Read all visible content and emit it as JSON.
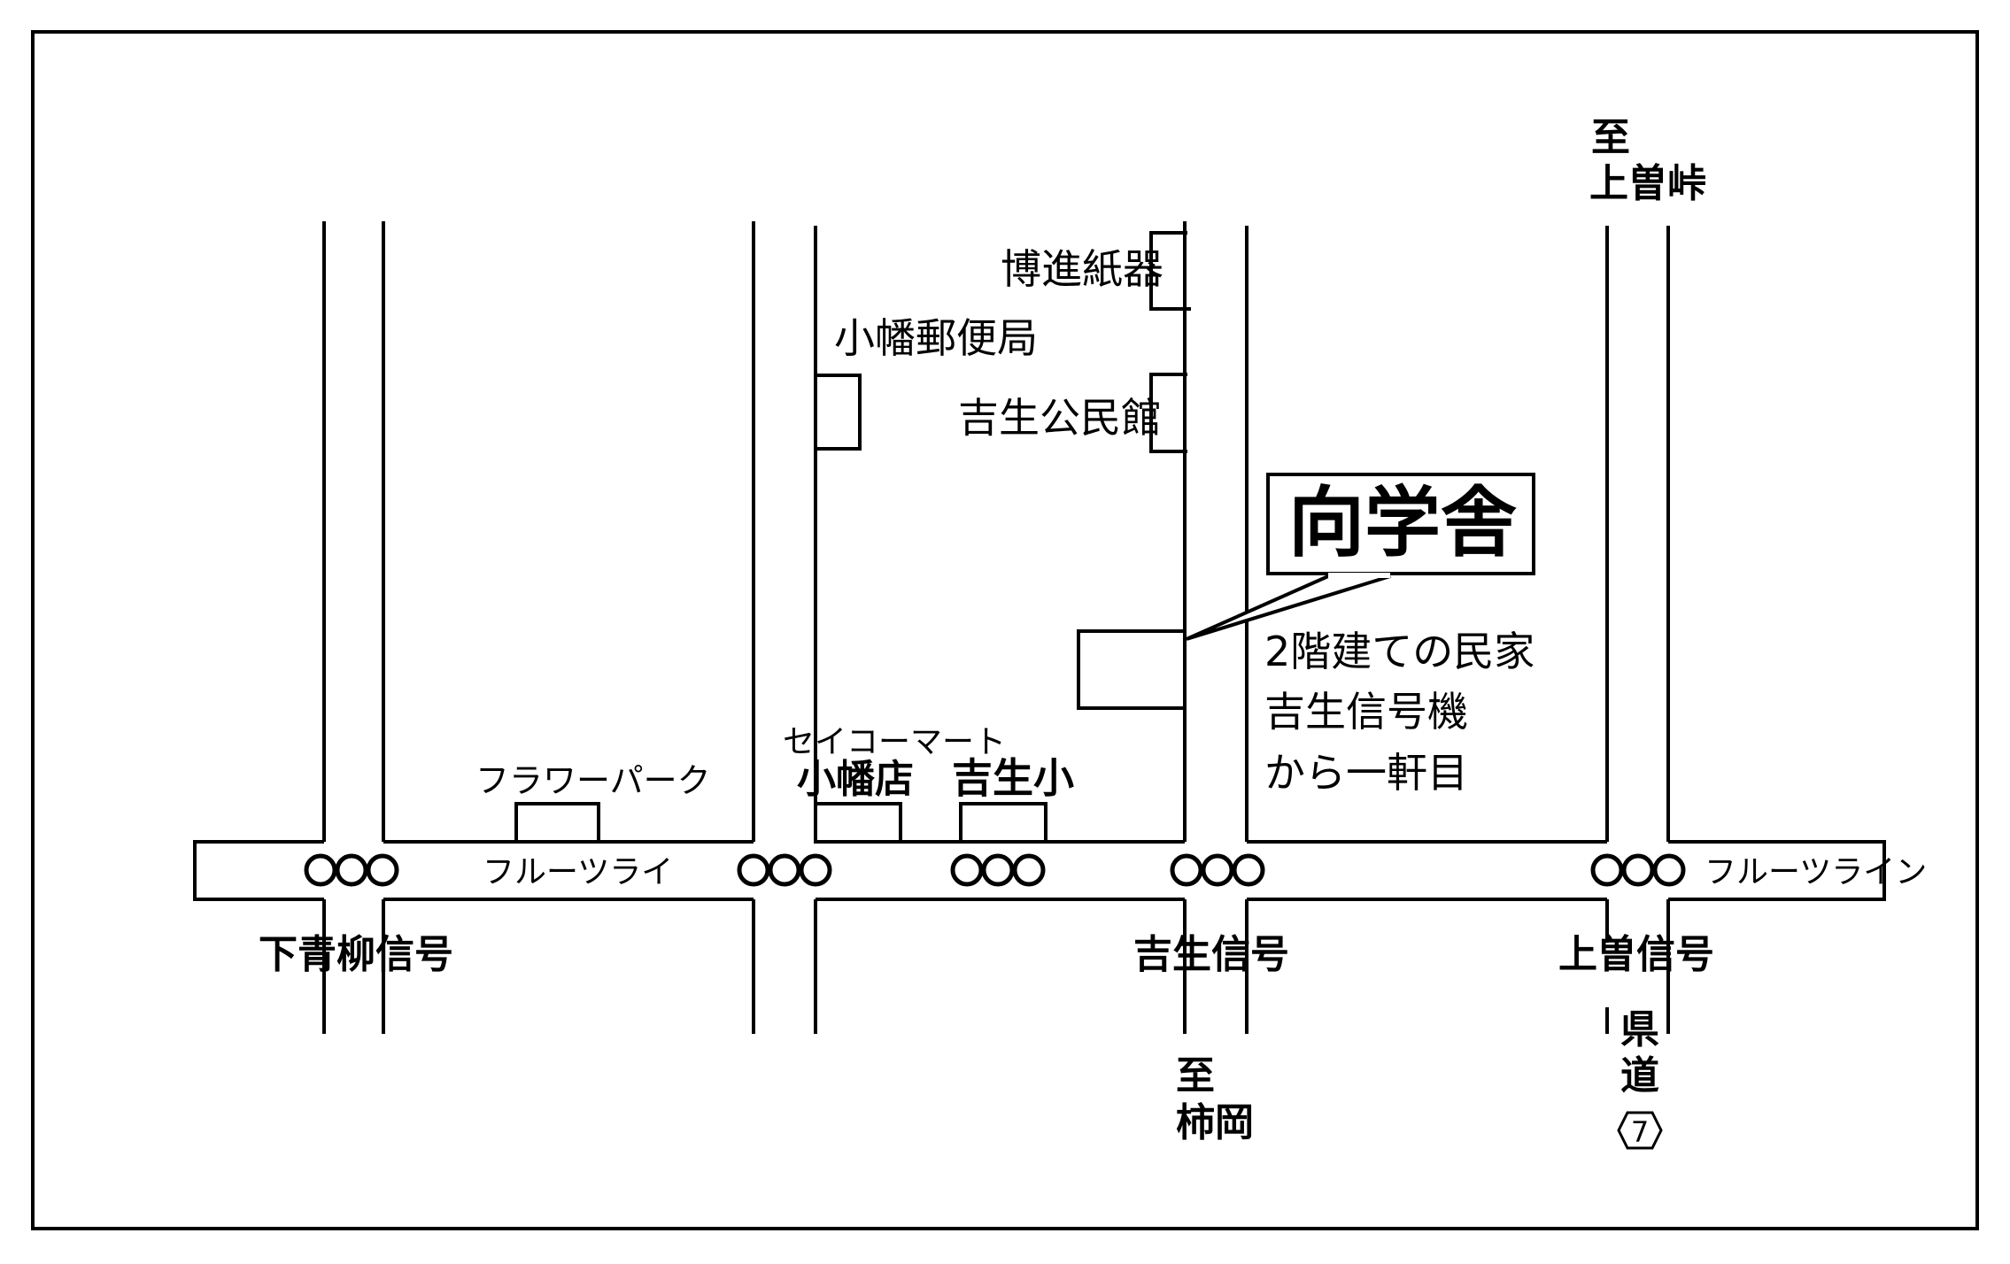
{
  "map": {
    "title": "向学舎",
    "description": [
      "2階建ての民家",
      "吉生信号機",
      "から一軒目"
    ],
    "landmarks": {
      "hakushin": "博進紙器",
      "post_office": "小幡郵便局",
      "community_hall": "吉生公民館",
      "flower_park": "フラワーパーク",
      "seicomart_line1": "セイコーマート",
      "seicomart_line2": "小幡店",
      "school": "吉生小"
    },
    "roads": {
      "main_left": "フルーツライ",
      "main_right": "フルーツライン",
      "route_label_1": "県",
      "route_label_2": "道",
      "route_number": "7"
    },
    "signals": {
      "shimoaoyagi": "下青柳信号",
      "yoshiu": "吉生信号",
      "kamiso": "上曽信号"
    },
    "destinations": {
      "north_to": "至",
      "north_place": "上曽峠",
      "south_to": "至",
      "south_place": "柿岡"
    }
  }
}
